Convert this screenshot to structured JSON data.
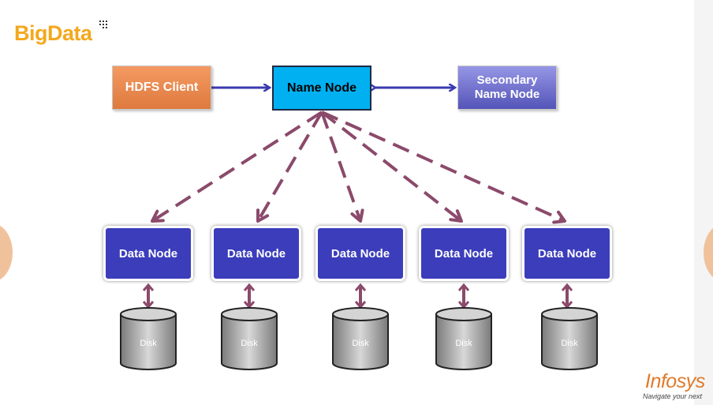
{
  "logo": {
    "part1": "Big",
    "part2": "Data"
  },
  "nodes": {
    "hdfs_client": "HDFS Client",
    "name_node": "Name Node",
    "secondary_line1": "Secondary",
    "secondary_line2": "Name Node"
  },
  "data_nodes": [
    "Data Node",
    "Data Node",
    "Data Node",
    "Data Node",
    "Data Node"
  ],
  "disks": [
    "Disk",
    "Disk",
    "Disk",
    "Disk",
    "Disk"
  ],
  "brand": {
    "name": "Infosys",
    "tagline": "Navigate your next"
  },
  "colors": {
    "hdfs_client": "#e8864a",
    "name_node": "#00b0f0",
    "secondary": "#6b6bd0",
    "data_node": "#3b3dbb",
    "dashed_arrow": "#8b4a6b",
    "solid_arrow": "#3a3ab0",
    "logo": "#f4a81d",
    "brand": "#e07a2a"
  }
}
